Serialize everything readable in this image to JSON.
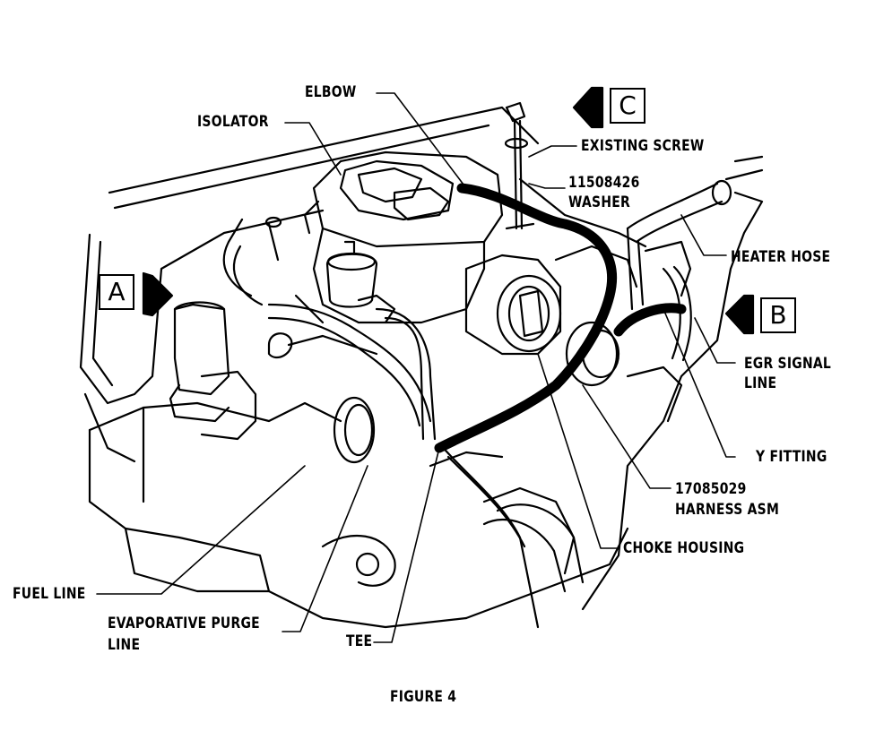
{
  "labels": {
    "elbow": "ELBOW",
    "isolator": "ISOLATOR",
    "existing_screw": "EXISTING SCREW",
    "washer_part": "11508426",
    "washer": "WASHER",
    "heater_hose": "HEATER HOSE",
    "egr_signal": "EGR SIGNAL",
    "egr_line": "LINE",
    "y_fitting": "Y FITTING",
    "harness_part": "17085029",
    "harness": "HARNESS ASM",
    "choke_housing": "CHOKE HOUSING",
    "fuel_line": "FUEL LINE",
    "evap_purge": "EVAPORATIVE PURGE",
    "evap_line": "LINE",
    "tee": "TEE"
  },
  "view_markers": {
    "a": "A",
    "b": "B",
    "c": "C"
  },
  "caption": "FIGURE 4",
  "colors": {
    "ink": "#000000",
    "paper": "#ffffff"
  }
}
